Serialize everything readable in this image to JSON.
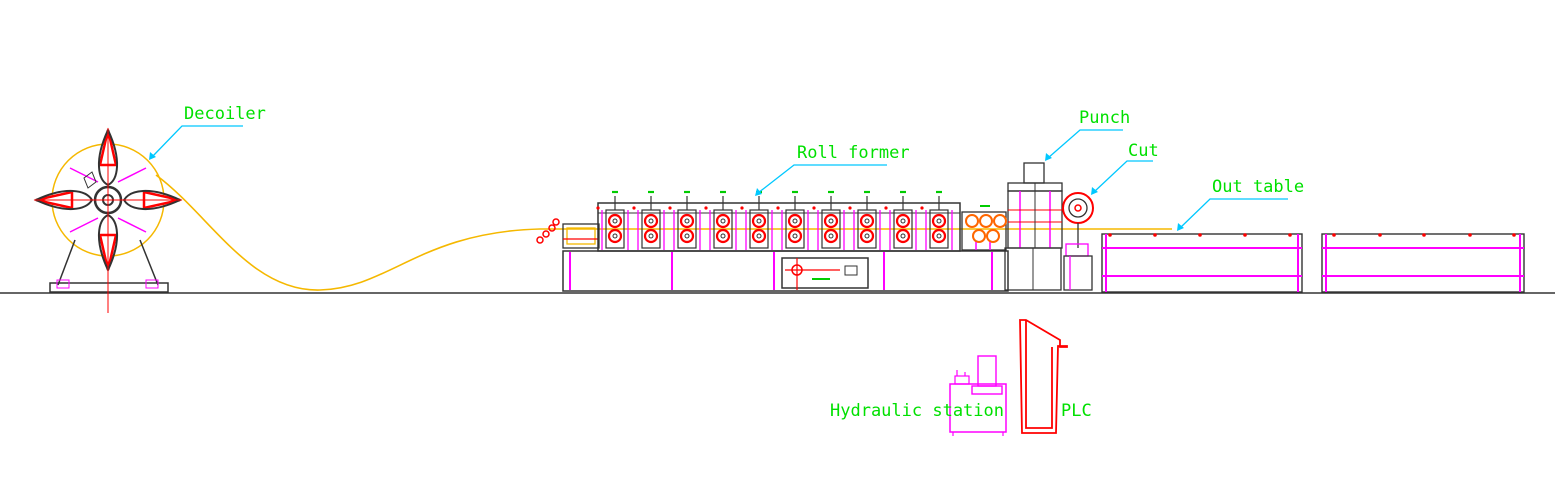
{
  "labels": {
    "decoiler": "Decoiler",
    "roll_former": "Roll former",
    "punch": "Punch",
    "cut": "Cut",
    "out_table": "Out table",
    "hydraulic_station": "Hydraulic station",
    "plc": "PLC"
  },
  "colors": {
    "label_text": "#00e000",
    "leader_line": "#00c8ff",
    "frame": "#333333",
    "magenta": "#ff00ff",
    "red": "#ff0000",
    "strip": "#f5b800",
    "orange": "#ff6600"
  },
  "roll_former": {
    "station_count": 10
  }
}
